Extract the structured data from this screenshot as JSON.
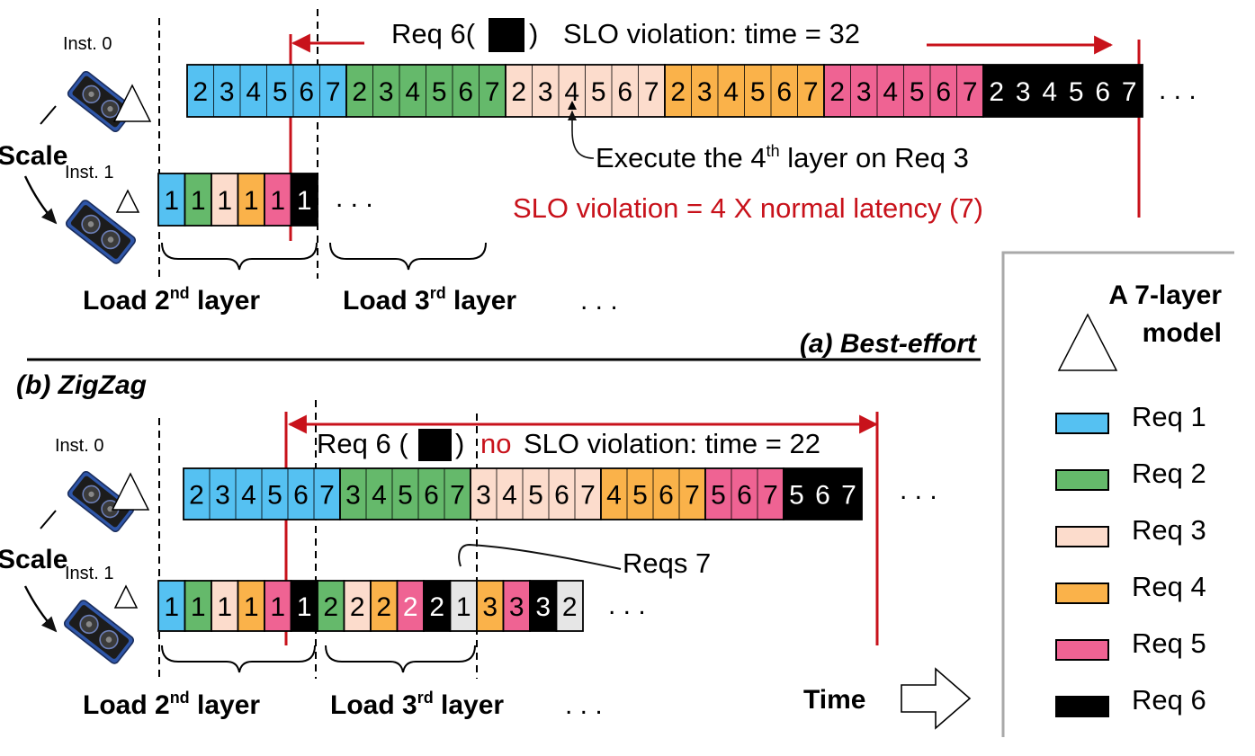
{
  "colors": {
    "req1": "#55c1f2",
    "req2": "#65b96b",
    "req3": "#fcdccc",
    "req4": "#fab24a",
    "req5": "#ef6393",
    "req6": "#000000",
    "req7": "#e6e6e6",
    "red": "#c8121b",
    "legend_border": "#a9a9a9"
  },
  "icons": [
    "gpu-card-icon",
    "triangle-model-icon",
    "arrow-right-icon"
  ],
  "labels": {
    "inst0": "Inst. 0",
    "inst1": "Inst. 1",
    "scale": "Scale",
    "load2_a": "Load 2",
    "load2_sup": "nd",
    "load_layer": " layer",
    "load3_a": "Load 3",
    "load3_sup": "rd",
    "dots": ". . .",
    "time": "Time"
  },
  "panel_a": {
    "caption": "(a) Best-effort",
    "req6_label": "Req 6(",
    "req6_close": ")",
    "slo_text": "SLO violation: time = 32",
    "exec_note_pre": "Execute the 4",
    "exec_note_sup": "th",
    "exec_note_post": " layer on Req 3",
    "slo_note": "SLO violation = 4 X normal latency (7)",
    "inst0_blocks": [
      {
        "t": "2",
        "r": 1
      },
      {
        "t": "3",
        "r": 1
      },
      {
        "t": "4",
        "r": 1
      },
      {
        "t": "5",
        "r": 1
      },
      {
        "t": "6",
        "r": 1
      },
      {
        "t": "7",
        "r": 1
      },
      {
        "t": "2",
        "r": 2
      },
      {
        "t": "3",
        "r": 2
      },
      {
        "t": "4",
        "r": 2
      },
      {
        "t": "5",
        "r": 2
      },
      {
        "t": "6",
        "r": 2
      },
      {
        "t": "7",
        "r": 2
      },
      {
        "t": "2",
        "r": 3
      },
      {
        "t": "3",
        "r": 3
      },
      {
        "t": "4",
        "r": 3
      },
      {
        "t": "5",
        "r": 3
      },
      {
        "t": "6",
        "r": 3
      },
      {
        "t": "7",
        "r": 3
      },
      {
        "t": "2",
        "r": 4
      },
      {
        "t": "3",
        "r": 4
      },
      {
        "t": "4",
        "r": 4
      },
      {
        "t": "5",
        "r": 4
      },
      {
        "t": "6",
        "r": 4
      },
      {
        "t": "7",
        "r": 4
      },
      {
        "t": "2",
        "r": 5
      },
      {
        "t": "3",
        "r": 5
      },
      {
        "t": "4",
        "r": 5
      },
      {
        "t": "5",
        "r": 5
      },
      {
        "t": "6",
        "r": 5
      },
      {
        "t": "7",
        "r": 5
      },
      {
        "t": "2",
        "r": 6
      },
      {
        "t": "3",
        "r": 6
      },
      {
        "t": "4",
        "r": 6
      },
      {
        "t": "5",
        "r": 6
      },
      {
        "t": "6",
        "r": 6
      },
      {
        "t": "7",
        "r": 6
      }
    ],
    "inst1_blocks": [
      {
        "t": "1",
        "r": 1
      },
      {
        "t": "1",
        "r": 2
      },
      {
        "t": "1",
        "r": 3
      },
      {
        "t": "1",
        "r": 4
      },
      {
        "t": "1",
        "r": 5
      },
      {
        "t": "1",
        "r": 6
      }
    ]
  },
  "panel_b": {
    "caption": "(b) ZigZag",
    "req6_label": "Req 6 (",
    "req6_close": ")",
    "no_text": "no",
    "slo_text": "SLO violation: time = 22",
    "reqs7_note": "Reqs 7",
    "inst0_blocks": [
      {
        "t": "2",
        "r": 1
      },
      {
        "t": "3",
        "r": 1
      },
      {
        "t": "4",
        "r": 1
      },
      {
        "t": "5",
        "r": 1
      },
      {
        "t": "6",
        "r": 1
      },
      {
        "t": "7",
        "r": 1
      },
      {
        "t": "3",
        "r": 2
      },
      {
        "t": "4",
        "r": 2
      },
      {
        "t": "5",
        "r": 2
      },
      {
        "t": "6",
        "r": 2
      },
      {
        "t": "7",
        "r": 2
      },
      {
        "t": "3",
        "r": 3
      },
      {
        "t": "4",
        "r": 3
      },
      {
        "t": "5",
        "r": 3
      },
      {
        "t": "6",
        "r": 3
      },
      {
        "t": "7",
        "r": 3
      },
      {
        "t": "4",
        "r": 4
      },
      {
        "t": "5",
        "r": 4
      },
      {
        "t": "6",
        "r": 4
      },
      {
        "t": "7",
        "r": 4
      },
      {
        "t": "5",
        "r": 5
      },
      {
        "t": "6",
        "r": 5
      },
      {
        "t": "7",
        "r": 5
      },
      {
        "t": "5",
        "r": 6
      },
      {
        "t": "6",
        "r": 6
      },
      {
        "t": "7",
        "r": 6
      }
    ],
    "inst1_blocks": [
      {
        "t": "1",
        "r": 1
      },
      {
        "t": "1",
        "r": 2
      },
      {
        "t": "1",
        "r": 3
      },
      {
        "t": "1",
        "r": 4
      },
      {
        "t": "1",
        "r": 5
      },
      {
        "t": "1",
        "r": 6
      },
      {
        "t": "2",
        "r": 2
      },
      {
        "t": "2",
        "r": 3
      },
      {
        "t": "2",
        "r": 4
      },
      {
        "t": "2",
        "r": 5
      },
      {
        "t": "2",
        "r": 6
      },
      {
        "t": "1",
        "r": 7
      },
      {
        "t": "3",
        "r": 4
      },
      {
        "t": "3",
        "r": 5
      },
      {
        "t": "3",
        "r": 6
      },
      {
        "t": "2",
        "r": 7
      }
    ]
  },
  "legend": {
    "title_line1": "A 7-layer",
    "title_line2": "model",
    "items": [
      {
        "label": "Req 1",
        "r": 1
      },
      {
        "label": "Req 2",
        "r": 2
      },
      {
        "label": "Req 3",
        "r": 3
      },
      {
        "label": "Req 4",
        "r": 4
      },
      {
        "label": "Req 5",
        "r": 5
      },
      {
        "label": "Req 6",
        "r": 6
      }
    ]
  }
}
